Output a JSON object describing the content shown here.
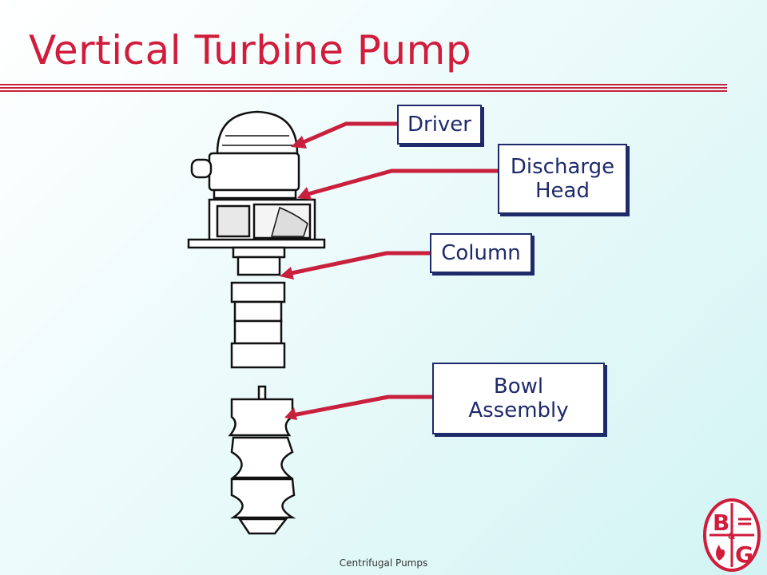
{
  "slide": {
    "title": "Vertical Turbine Pump",
    "footer": "Centrifugal Pumps"
  },
  "labels": {
    "driver": "Driver",
    "discharge_head_line1": "Discharge",
    "discharge_head_line2": "Head",
    "column": "Column",
    "bowl_assembly_line1": "Bowl",
    "bowl_assembly_line2": "Assembly"
  },
  "logo": {
    "top_left": "B",
    "bottom_right": "G",
    "middle": "&"
  },
  "colors": {
    "title": "#d11c3c",
    "arrow": "#c8203d",
    "label_border": "#1f2a6b"
  }
}
